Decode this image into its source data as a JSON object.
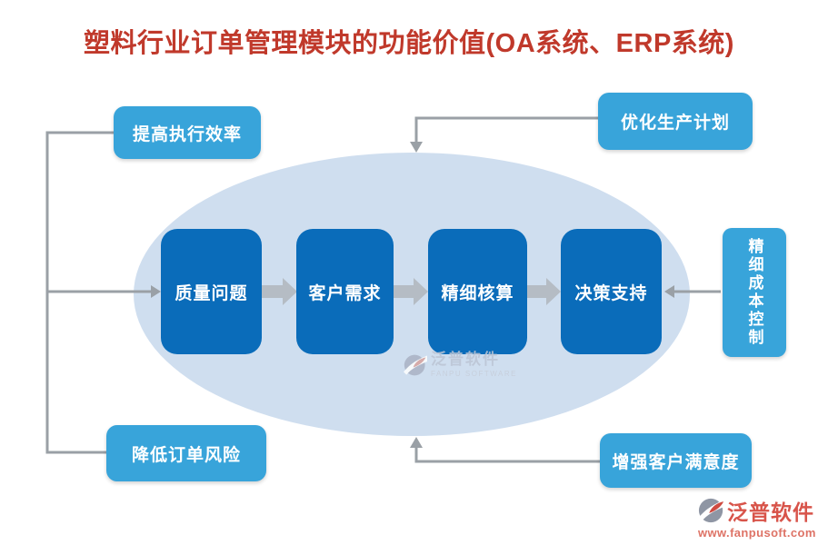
{
  "title": "塑料行业订单管理模块的功能价值(OA系统、ERP系统)",
  "colors": {
    "title_red": "#c0392b",
    "ellipse_fill": "#cfdeef",
    "core_box_blue": "#0a6cba",
    "side_box_blue": "#38a4da",
    "connector_gray": "#9aa0a6",
    "block_arrow_gray": "#b5bcc4"
  },
  "flow_steps": [
    {
      "label": "质量问题"
    },
    {
      "label": "客户需求"
    },
    {
      "label": "精细核算"
    },
    {
      "label": "决策支持"
    }
  ],
  "benefits": {
    "top_left": "提高执行效率",
    "top_right": "优化生产计划",
    "bottom_left": "降低订单风险",
    "bottom_right": "增强客户满意度",
    "right": "精细成本控制"
  },
  "watermark": {
    "name": "泛普软件",
    "subtitle": "FANPU SOFTWARE"
  },
  "footer_logo": {
    "name": "泛普软件",
    "url": "www.fanpusoft.com"
  }
}
